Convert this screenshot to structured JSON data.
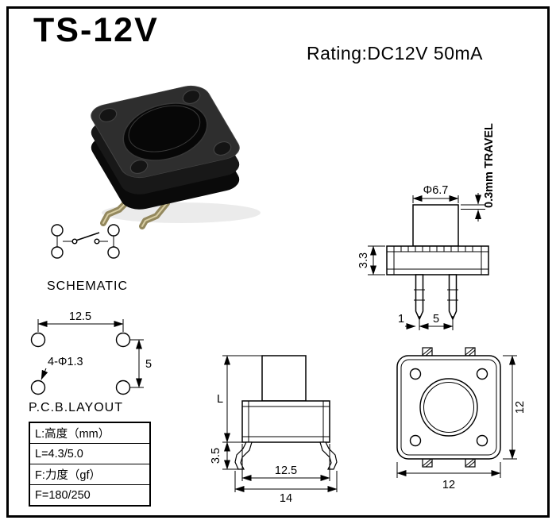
{
  "title": "TS-12V",
  "rating": "Rating:DC12V 50mA",
  "photo": {
    "alt": "black 4-pin tact switch, round plunger, bent solder legs"
  },
  "schematic": {
    "caption": "SCHEMATIC"
  },
  "pcb": {
    "caption": "P.C.B.LAYOUT",
    "dim_pitch_x": "12.5",
    "dim_pitch_y": "5",
    "hole_callout": "4-Φ1.3"
  },
  "spec_table": {
    "rows": [
      "L:高度（mm）",
      "L=4.3/5.0",
      "F:力度（gf）",
      "F=180/250"
    ]
  },
  "side_view": {
    "dim_stem_dia": "Φ6.7",
    "travel_note": "0.3mm TRAVEL",
    "dim_body_height": "3.3",
    "dim_pin_width": "1",
    "dim_pin_pitch": "5"
  },
  "front_view": {
    "dim_height": "L",
    "dim_base_height": "3.5",
    "dim_body_width": "12.5",
    "dim_overall_width": "14"
  },
  "top_view": {
    "dim_height": "12",
    "dim_width": "12"
  }
}
